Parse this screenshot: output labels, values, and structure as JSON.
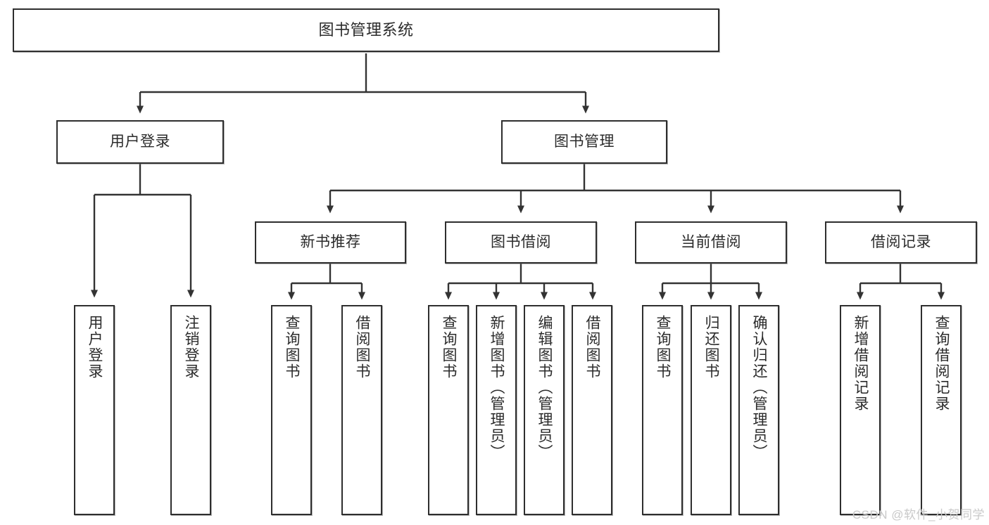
{
  "diagram": {
    "title": "图书管理系统",
    "type": "hierarchy-tree",
    "watermark": "CSDN @软件_小贺同学",
    "colors": {
      "box_border": "#2e2e2e",
      "box_fill": "#ffffff",
      "connector": "#333333",
      "text": "#2b2b2b",
      "watermark": "#c9c9c9"
    },
    "nodes": {
      "root": {
        "label": "图书管理系统"
      },
      "level2": [
        {
          "label": "用户登录"
        },
        {
          "label": "图书管理"
        }
      ],
      "level3": [
        {
          "label": "新书推荐"
        },
        {
          "label": "图书借阅"
        },
        {
          "label": "当前借阅"
        },
        {
          "label": "借阅记录"
        }
      ],
      "leaves": {
        "user_login": [
          {
            "label": "用户登录"
          },
          {
            "label": "注销登录"
          }
        ],
        "new_book_recommend": [
          {
            "label": "查询图书"
          },
          {
            "label": "借阅图书"
          }
        ],
        "book_borrow": [
          {
            "label": "查询图书"
          },
          {
            "label": "新增图书（管理员）"
          },
          {
            "label": "编辑图书（管理员）"
          },
          {
            "label": "借阅图书"
          }
        ],
        "current_borrow": [
          {
            "label": "查询图书"
          },
          {
            "label": "归还图书"
          },
          {
            "label": "确认归还（管理员）"
          }
        ],
        "borrow_record": [
          {
            "label": "新增借阅记录"
          },
          {
            "label": "查询借阅记录"
          }
        ]
      }
    }
  }
}
